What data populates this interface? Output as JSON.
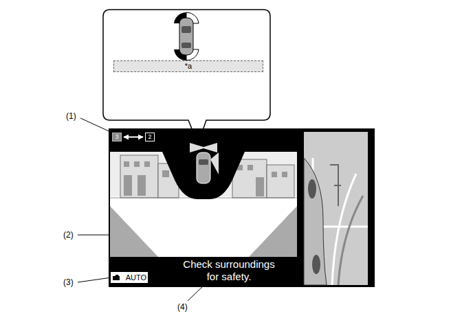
{
  "diagram": {
    "nodes": [
      {
        "text": [
          "*a"
        ]
      },
      {
        "text": [
          "3"
        ]
      },
      {
        "text": [
          "2"
        ]
      },
      {
        "text": [
          "AUTO"
        ]
      }
    ],
    "edges": [
      {
        "from": 1,
        "to": 2,
        "arrow": "both"
      }
    ],
    "labels": [
      "(1)",
      "(2)",
      "(3)",
      "(4)",
      "Check surroundings for safety."
    ]
  }
}
